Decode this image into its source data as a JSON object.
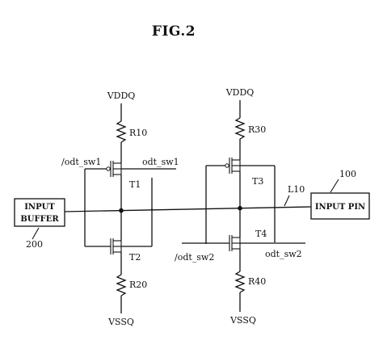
{
  "figure": {
    "title": "FIG.2"
  },
  "supply": {
    "vddq_left": "VDDQ",
    "vddq_right": "VDDQ",
    "vssq_left": "VSSQ",
    "vssq_right": "VSSQ"
  },
  "resistors": {
    "r10": "R10",
    "r20": "R20",
    "r30": "R30",
    "r40": "R40"
  },
  "transistors": {
    "t1": "T1",
    "t2": "T2",
    "t3": "T3",
    "t4": "T4"
  },
  "signals": {
    "odt_sw1_bar": "/odt_sw1",
    "odt_sw1": "odt_sw1",
    "odt_sw2_bar": "/odt_sw2",
    "odt_sw2": "odt_sw2"
  },
  "blocks": {
    "input_buffer_line1": "INPUT",
    "input_buffer_line2": "BUFFER",
    "input_buffer_ref": "200",
    "input_pin": "INPUT PIN",
    "input_pin_ref": "100"
  },
  "line": {
    "label": "L10"
  }
}
